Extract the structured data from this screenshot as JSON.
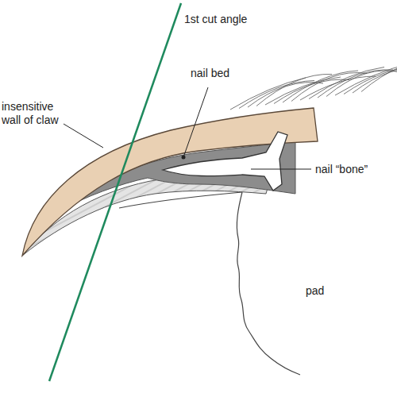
{
  "diagram": {
    "labels": [
      "1st cut angle",
      "nail bed",
      "insensitive wall of claw",
      "nail “bone”",
      "pad"
    ]
  }
}
